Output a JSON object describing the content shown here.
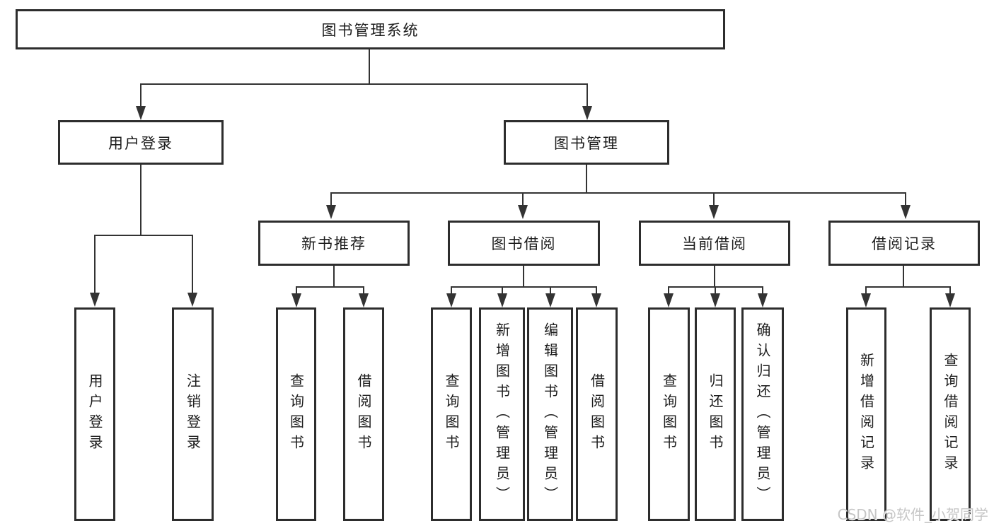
{
  "tree": {
    "label": "图书管理系统",
    "children": [
      {
        "label": "用户登录",
        "children": [
          {
            "label": "用户登录"
          },
          {
            "label": "注销登录"
          }
        ]
      },
      {
        "label": "图书管理",
        "children": [
          {
            "label": "新书推荐",
            "children": [
              {
                "label": "查询图书"
              },
              {
                "label": "借阅图书"
              }
            ]
          },
          {
            "label": "图书借阅",
            "children": [
              {
                "label": "查询图书"
              },
              {
                "label": "新增图书（管理员）"
              },
              {
                "label": "编辑图书（管理员）"
              },
              {
                "label": "借阅图书"
              }
            ]
          },
          {
            "label": "当前借阅",
            "children": [
              {
                "label": "查询图书"
              },
              {
                "label": "归还图书"
              },
              {
                "label": "确认归还（管理员）"
              }
            ]
          },
          {
            "label": "借阅记录",
            "children": [
              {
                "label": "新增借阅记录"
              },
              {
                "label": "查询借阅记录"
              }
            ]
          }
        ]
      }
    ]
  },
  "watermark": {
    "text": "CSDN @软件_小贺同学"
  },
  "colors": {
    "box_border": "#2d2d2d",
    "connector_line": "#333333",
    "text": "#1c1c1c",
    "background": "#ffffff",
    "watermark_text": "#c6c6c6"
  }
}
